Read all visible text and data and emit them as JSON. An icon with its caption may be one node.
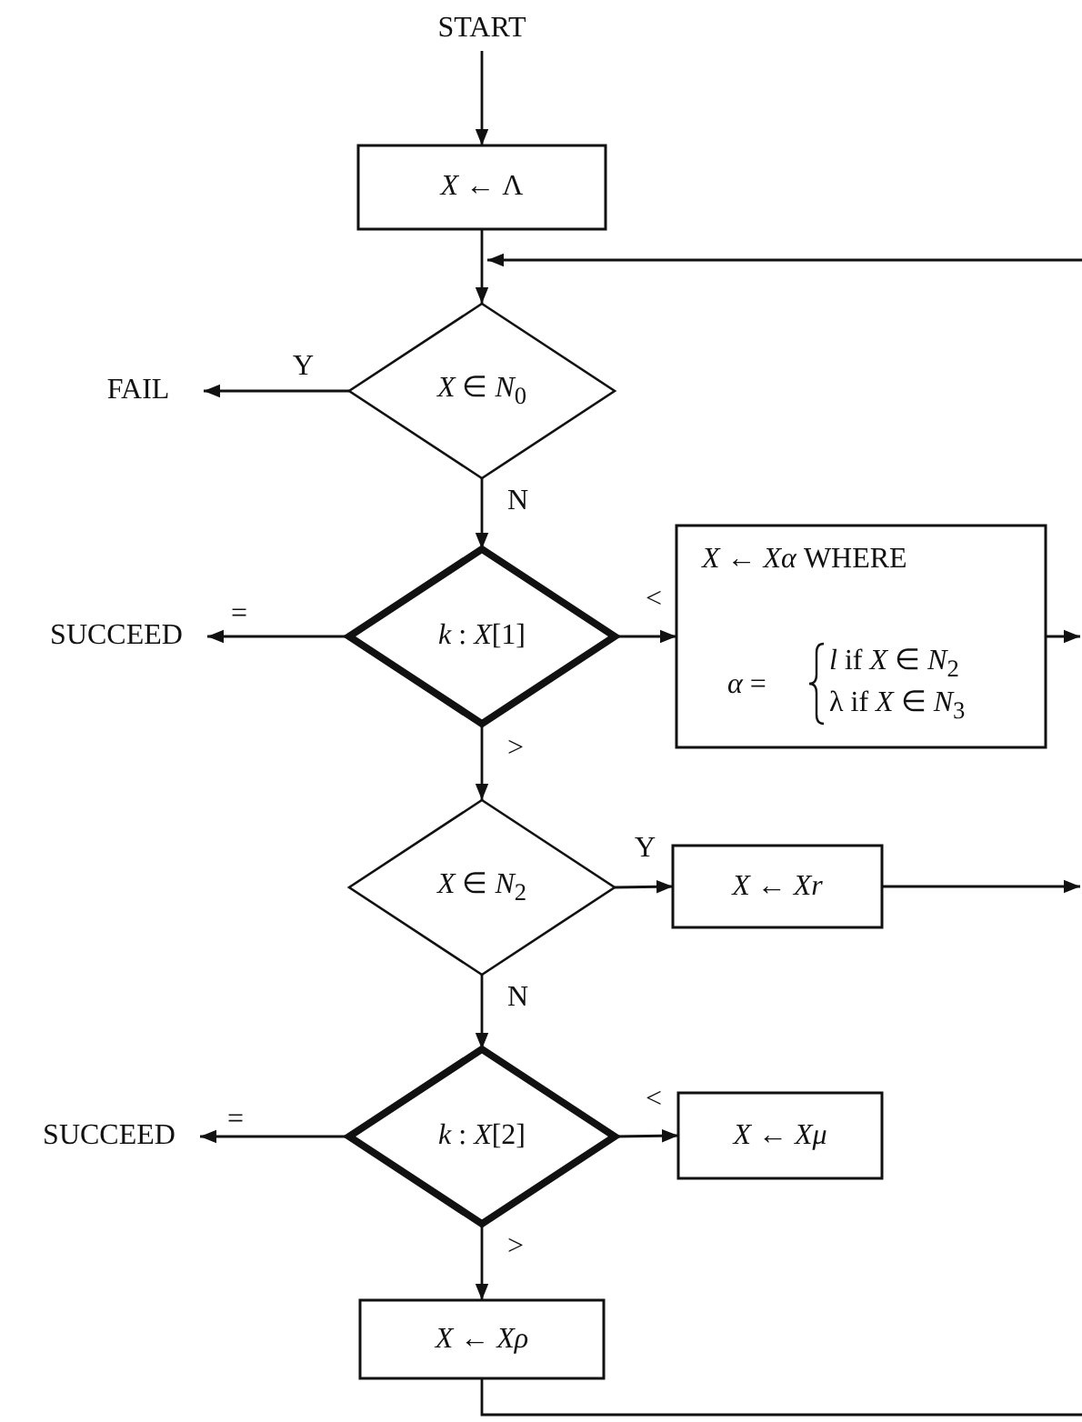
{
  "diagram": {
    "nodes": [
      {
        "text": [
          "START"
        ]
      },
      {
        "text": [
          "*X* ← Λ"
        ]
      },
      {
        "text": [
          "*X* ∈ *N*$_{0}$"
        ]
      },
      {
        "text": [
          "FAIL"
        ]
      },
      {
        "text": [
          "*k* : *X*[1]"
        ]
      },
      {
        "text": [
          "SUCCEED"
        ]
      },
      {
        "text": [
          "*X* ← *Xα* WHERE",
          "*α* =",
          "*l* if *X* ∈ *N*$_{2}$",
          "λ if *X* ∈ *N*$_{3}$"
        ]
      },
      {
        "text": [
          "*X* ∈ *N*$_{2}$"
        ]
      },
      {
        "text": [
          "*X* ← *Xr*"
        ]
      },
      {
        "text": [
          "*k* : *X*[2]"
        ]
      },
      {
        "text": [
          "SUCCEED"
        ]
      },
      {
        "text": [
          "*X* ← *Xμ*"
        ]
      },
      {
        "text": [
          "*X* ← *Xρ*"
        ]
      }
    ],
    "edges": [
      {
        "from": 0,
        "to": 1,
        "arrow": "to"
      },
      {
        "from": 1,
        "to": 2,
        "arrow": "to"
      },
      {
        "from": null,
        "to": 2,
        "arrow": "to"
      },
      {
        "from": 2,
        "to": 3,
        "arrow": "to",
        "label": "Y"
      },
      {
        "from": 2,
        "to": 4,
        "arrow": "to",
        "label": "N"
      },
      {
        "from": 4,
        "to": 5,
        "arrow": "to",
        "label": "="
      },
      {
        "from": 4,
        "to": 6,
        "arrow": "to",
        "label": "<"
      },
      {
        "from": 4,
        "to": 7,
        "arrow": "to",
        "label": ">"
      },
      {
        "from": 6,
        "to": null,
        "arrow": "to"
      },
      {
        "from": 7,
        "to": 8,
        "arrow": "to",
        "label": "Y"
      },
      {
        "from": 7,
        "to": 9,
        "arrow": "to",
        "label": "N"
      },
      {
        "from": 8,
        "to": null,
        "arrow": "to"
      },
      {
        "from": 9,
        "to": 10,
        "arrow": "to",
        "label": "="
      },
      {
        "from": 9,
        "to": 11,
        "arrow": "to",
        "label": "<"
      },
      {
        "from": 9,
        "to": 12,
        "arrow": "to",
        "label": ">"
      },
      {
        "from": 12,
        "to": null,
        "arrow": "none"
      }
    ]
  }
}
